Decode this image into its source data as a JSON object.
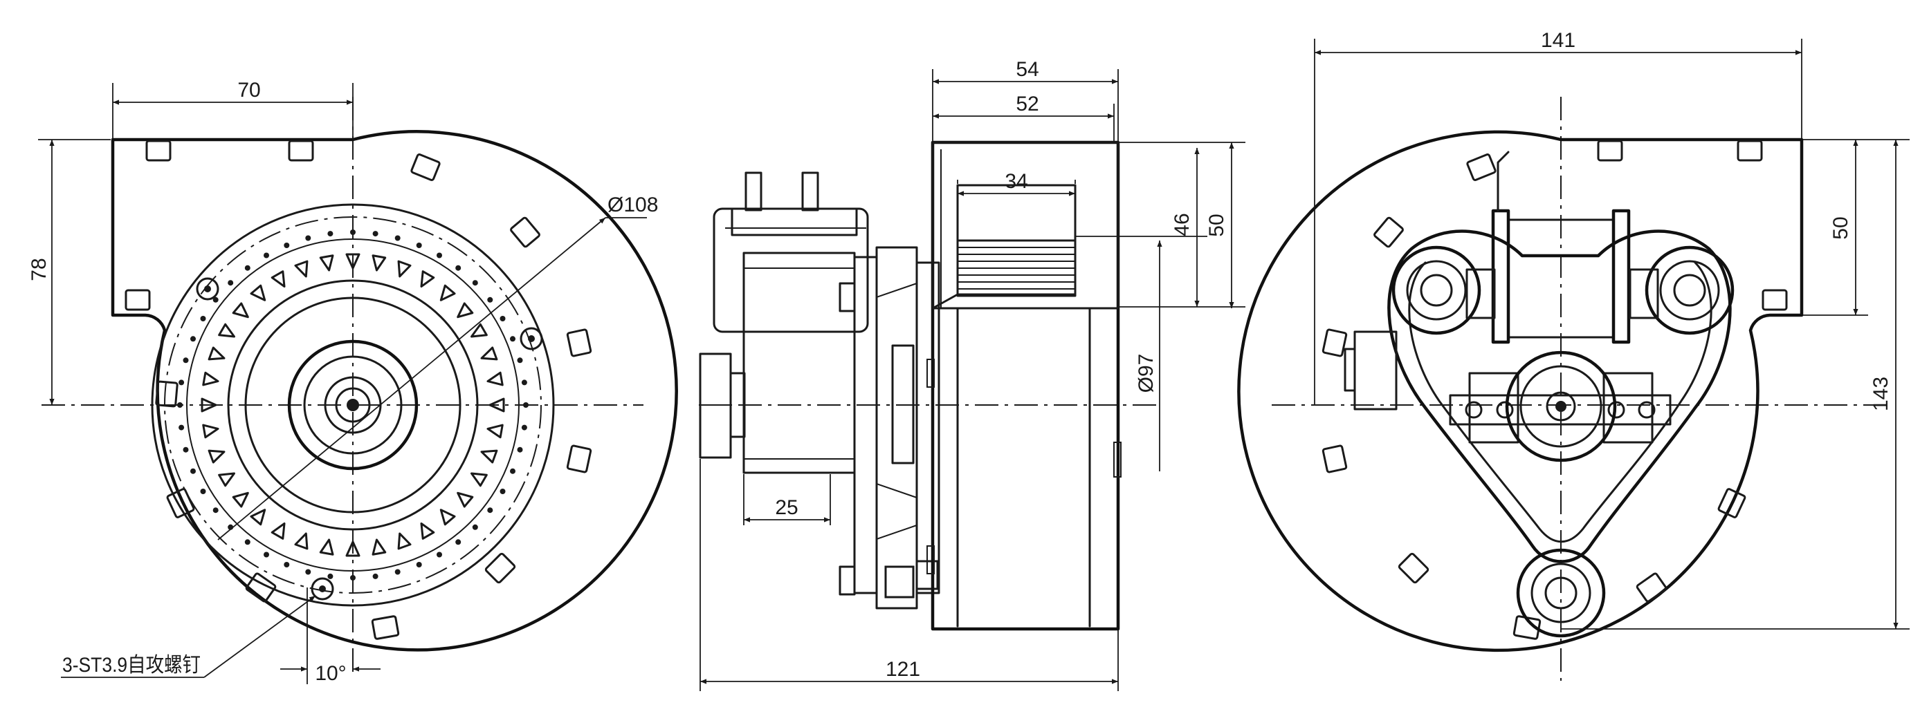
{
  "dimensions": {
    "front_width_70": "70",
    "front_height_78": "78",
    "front_diameter_108": "Ø108",
    "screw_note": "3-ST3.9自攻螺钉",
    "angle_10": "10°",
    "side_width_54": "54",
    "side_width_52": "52",
    "side_width_34": "34",
    "side_height_46": "46",
    "side_height_50": "50",
    "side_diameter_97": "Ø97",
    "side_width_25": "25",
    "side_total_121": "121",
    "back_width_141": "141",
    "back_height_50": "50",
    "back_height_143": "143"
  }
}
